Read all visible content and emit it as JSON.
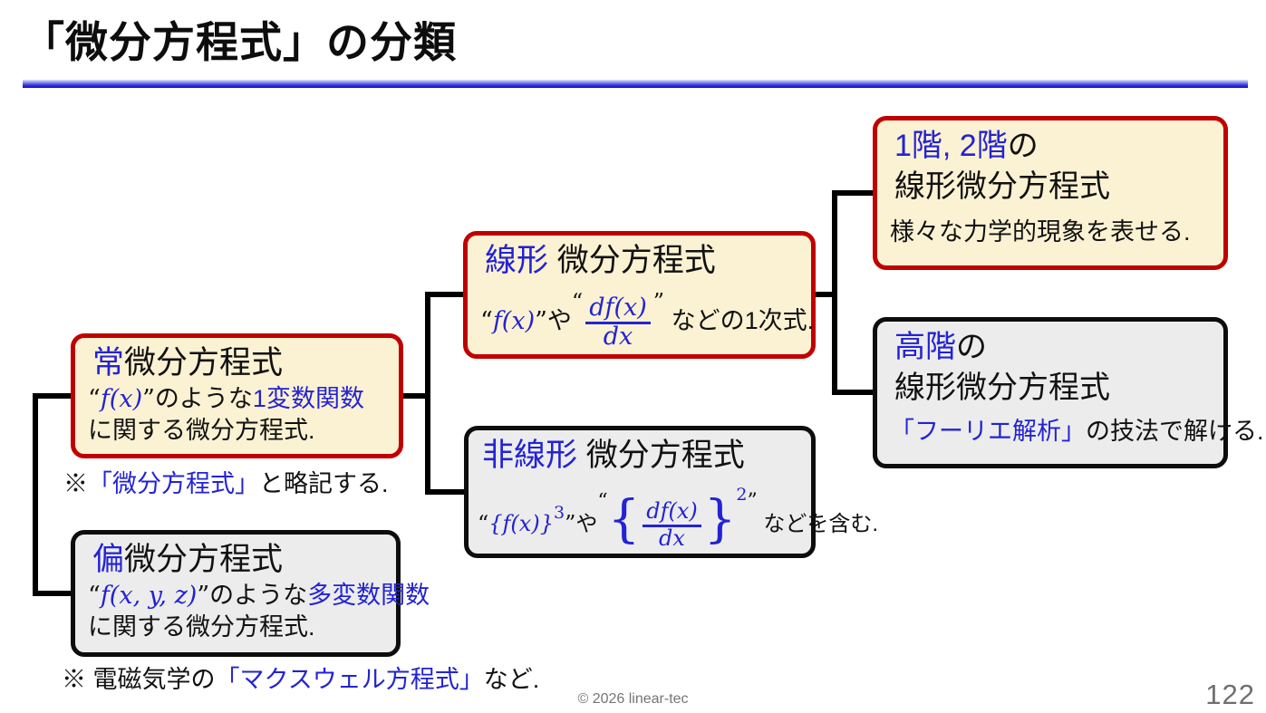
{
  "title": "「微分方程式」の分類",
  "footer": {
    "copyright": "© 2026 linear-tec",
    "page_number": "122"
  },
  "colors": {
    "accent_blue": "#2323d4",
    "accent_red": "#c00000",
    "cream_fill": "#fbf2d3",
    "gray_fill": "#ececec"
  },
  "boxes": {
    "ode": {
      "title_blue": "常",
      "title_black": "微分方程式",
      "q1": "“",
      "math1": "f(x)",
      "q2": "”",
      "mid": "のような",
      "hl": "1変数関数",
      "line2": "に関する微分方程式."
    },
    "note_ode": {
      "pre": "※",
      "hl": "「微分方程式」",
      "post": "と略記する."
    },
    "pde": {
      "title_blue": "偏",
      "title_black": "微分方程式",
      "q1": "“",
      "math1": "f(x, y, z)",
      "q2": "”",
      "mid": "のような",
      "hl": "多変数関数",
      "line2": "に関する微分方程式."
    },
    "note_pde": {
      "pre": "※ 電磁気学の",
      "hl": "「マクスウェル方程式」",
      "post": "など."
    },
    "linear": {
      "title_blue": "線形",
      "title_black": " 微分方程式",
      "q1": "“",
      "math1": "f(x)",
      "q2": "”",
      "conj": "や",
      "q3": "“",
      "num": "df(x)",
      "den": "dx",
      "q4": "”",
      "tail": "などの1次式."
    },
    "nonlinear": {
      "title_blue": "非線形",
      "title_black": " 微分方程式",
      "q1": "“",
      "math1": "{f(x)}",
      "sup1": "3",
      "q2": "”",
      "conj": "や",
      "q3": "“",
      "lbrace": "{",
      "num": "df(x)",
      "den": "dx",
      "rbrace": "}",
      "sup2": "2",
      "q4": "”",
      "tail": "などを含む."
    },
    "low_order": {
      "title1_blue": "1階, 2階",
      "title1_black": "の",
      "title2": "線形微分方程式",
      "body": "様々な力学的現象を表せる."
    },
    "high_order": {
      "title1_blue": "高階",
      "title1_black": "の",
      "title2": "線形微分方程式",
      "body_blue": "「フーリエ解析」",
      "body_black": "の技法で解ける."
    }
  }
}
